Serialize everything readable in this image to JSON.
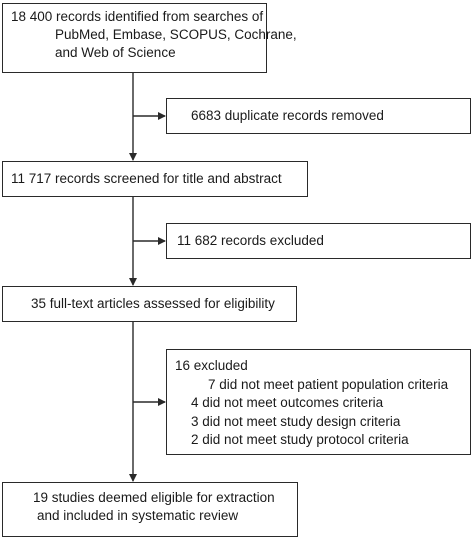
{
  "flow": {
    "identified": {
      "lines": [
        "18 400 records identified from searches of",
        "PubMed, Embase, SCOPUS, Cochrane,",
        "and Web of Science"
      ]
    },
    "duplicates_removed": "6683 duplicate records removed",
    "screened": "11 717 records screened for title and abstract",
    "excluded_screening": "11 682 records excluded",
    "fulltext_assessed": "35 full-text articles assessed for eligibility",
    "excluded_fulltext": {
      "heading": "16 excluded",
      "reasons": [
        "7 did not meet patient population criteria",
        "4 did not meet outcomes criteria",
        "3 did not meet study design criteria",
        "2 did not meet study protocol criteria"
      ]
    },
    "included": {
      "lines": [
        "19 studies deemed eligible for extraction",
        "and included in systematic review"
      ]
    }
  },
  "colors": {
    "line": "#2a2a2a",
    "text": "#1a1a1a",
    "background": "#ffffff"
  }
}
